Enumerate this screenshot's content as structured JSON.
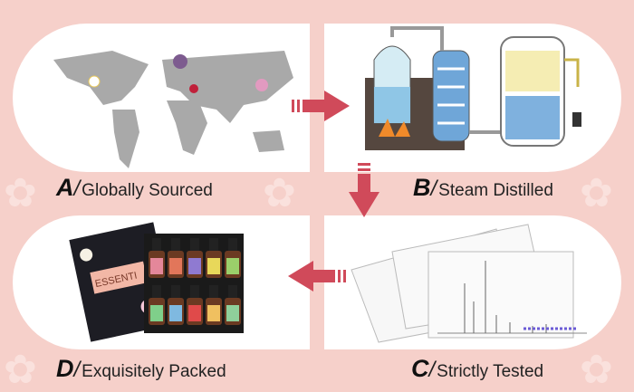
{
  "steps": [
    {
      "letter": "A",
      "slash": "/",
      "text": "Globally Sourced"
    },
    {
      "letter": "B",
      "slash": "/",
      "text": "Steam Distilled"
    },
    {
      "letter": "C",
      "slash": "/",
      "text": "Strictly Tested"
    },
    {
      "letter": "D",
      "slash": "/",
      "text": "Exquisitely  Packed"
    }
  ],
  "box_brand": "ESSENTI",
  "colors": {
    "background": "#f6d0ca",
    "arrow": "#d04a5a",
    "map": "#a9a9a9"
  }
}
